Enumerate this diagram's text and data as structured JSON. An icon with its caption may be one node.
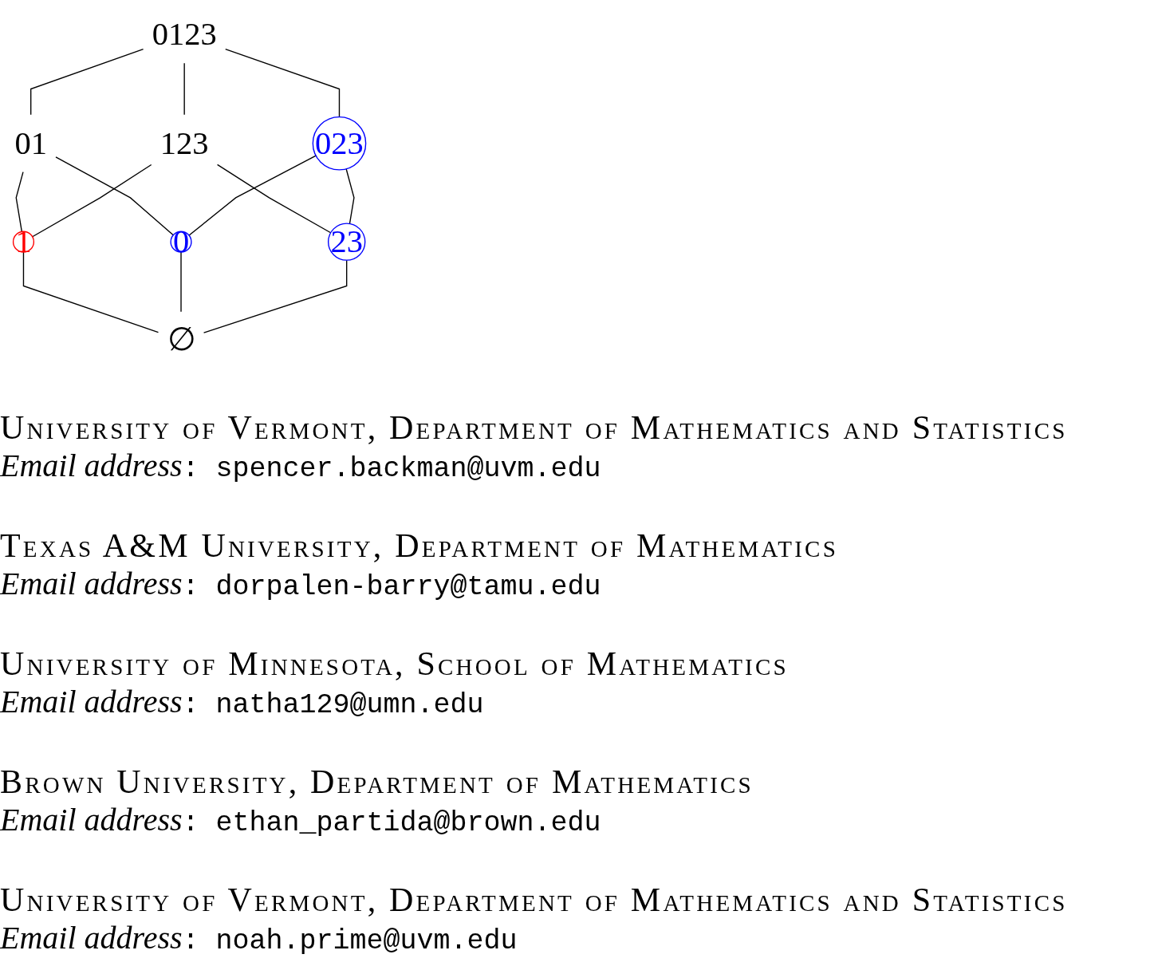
{
  "diagram": {
    "nodes": [
      {
        "text": [
          "0123"
        ]
      },
      {
        "text": [
          "01"
        ]
      },
      {
        "text": [
          "123"
        ]
      },
      {
        "text": [
          "023"
        ]
      },
      {
        "text": [
          "1"
        ]
      },
      {
        "text": [
          "0"
        ]
      },
      {
        "text": [
          "23"
        ]
      },
      {
        "text": [
          "∅"
        ]
      }
    ],
    "edges": [
      {
        "from": 0,
        "to": 1,
        "arrow": "none"
      },
      {
        "from": 0,
        "to": 2,
        "arrow": "none"
      },
      {
        "from": 0,
        "to": 3,
        "arrow": "none"
      },
      {
        "from": 1,
        "to": 4,
        "arrow": "none"
      },
      {
        "from": 1,
        "to": 5,
        "arrow": "none"
      },
      {
        "from": 2,
        "to": 4,
        "arrow": "none"
      },
      {
        "from": 2,
        "to": 6,
        "arrow": "none"
      },
      {
        "from": 3,
        "to": 5,
        "arrow": "none"
      },
      {
        "from": 3,
        "to": 6,
        "arrow": "none"
      },
      {
        "from": 4,
        "to": 7,
        "arrow": "none"
      },
      {
        "from": 5,
        "to": 7,
        "arrow": "none"
      },
      {
        "from": 6,
        "to": 7,
        "arrow": "none"
      }
    ],
    "labels": [
      "University of Vermont, Department of Mathematics and Statistics",
      "*Email address*: spencer.backman@uvm.edu",
      "Texas A&M University, Department of Mathematics",
      "*Email address*: dorpalen-barry@tamu.edu",
      "University of Minnesota, School of Mathematics",
      "*Email address*: natha129@umn.edu",
      "Brown University, Department of Mathematics",
      "*Email address*: ethan_partida@brown.edu",
      "University of Vermont, Department of Mathematics and Statistics",
      "*Email address*: noah.prime@uvm.edu"
    ]
  }
}
